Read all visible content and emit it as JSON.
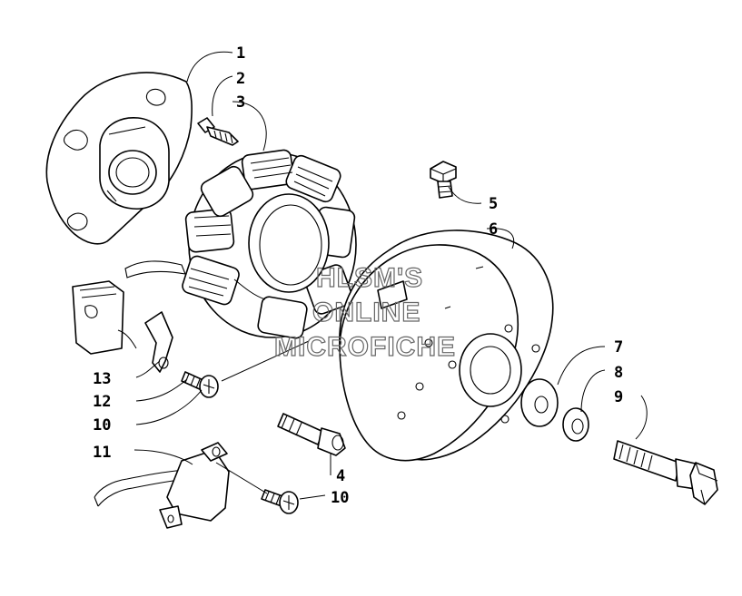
{
  "diagram": {
    "callouts": [
      {
        "id": "c1",
        "label": "1"
      },
      {
        "id": "c2",
        "label": "2"
      },
      {
        "id": "c3",
        "label": "3"
      },
      {
        "id": "c4",
        "label": "4"
      },
      {
        "id": "c5",
        "label": "5"
      },
      {
        "id": "c6",
        "label": "6"
      },
      {
        "id": "c7",
        "label": "7"
      },
      {
        "id": "c8",
        "label": "8"
      },
      {
        "id": "c9",
        "label": "9"
      },
      {
        "id": "c10a",
        "label": "10"
      },
      {
        "id": "c10b",
        "label": "10"
      },
      {
        "id": "c11",
        "label": "11"
      },
      {
        "id": "c12",
        "label": "12"
      },
      {
        "id": "c13",
        "label": "13"
      }
    ],
    "watermark": {
      "line1": "HLSM'S",
      "line2": "ONLINE",
      "line3": "MICROFICHE"
    }
  }
}
